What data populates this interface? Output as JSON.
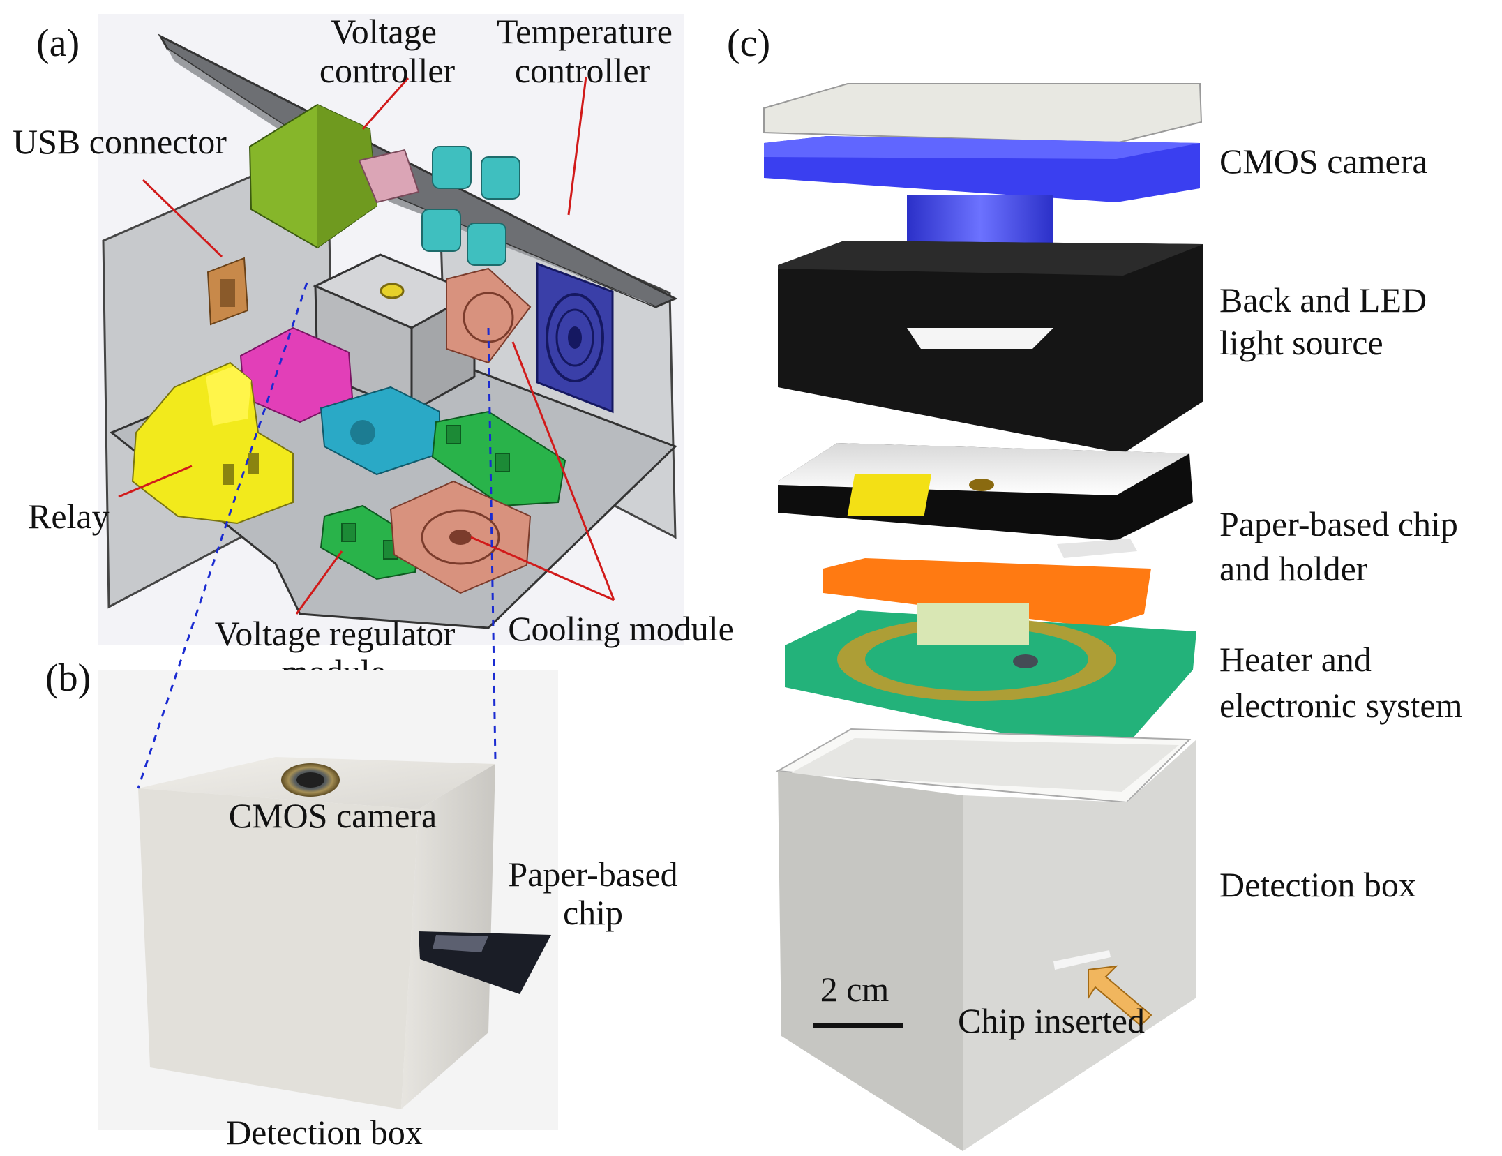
{
  "panels": {
    "a": {
      "letter": "(a)",
      "labels": {
        "voltage_controller_1": "Voltage",
        "voltage_controller_2": "controller",
        "temperature_controller_1": "Temperature",
        "temperature_controller_2": "controller",
        "usb_connector": "USB connector",
        "relay": "Relay",
        "voltage_regulator_1": "Voltage regulator",
        "voltage_regulator_2": "module",
        "cooling_module": "Cooling module"
      }
    },
    "b": {
      "letter": "(b)",
      "labels": {
        "cmos_camera": "CMOS camera",
        "paper_chip_1": "Paper-based",
        "paper_chip_2": "chip",
        "detection_box": "Detection box"
      }
    },
    "c": {
      "letter": "(c)",
      "labels": {
        "cmos_camera": "CMOS camera",
        "back_led_1": "Back and  LED",
        "back_led_2": "light source",
        "paper_holder_1": "Paper-based chip",
        "paper_holder_2": "and holder",
        "heater_1": "Heater and",
        "heater_2": "electronic system",
        "detection_box": "Detection box",
        "scale_bar": "2 cm",
        "chip_inserted": "Chip inserted"
      }
    }
  },
  "colors": {
    "relay": "#f2ea1c",
    "voltage_controller": "#86b62a",
    "pink_block": "#e23fb8",
    "cyan_block": "#2aa9c6",
    "green_board": "#29b34a",
    "copper_fan": "#d8927e",
    "blue_fan": "#3a3fa8",
    "usb": "#c8894a",
    "chassis": "#bfc2c6",
    "camera_blue": "#3a3ff0",
    "holder_orange": "#ff7a12",
    "heater_green": "#23b27a",
    "annotation_red": "#d11a1a",
    "projection_blue": "#1a2bd1"
  }
}
